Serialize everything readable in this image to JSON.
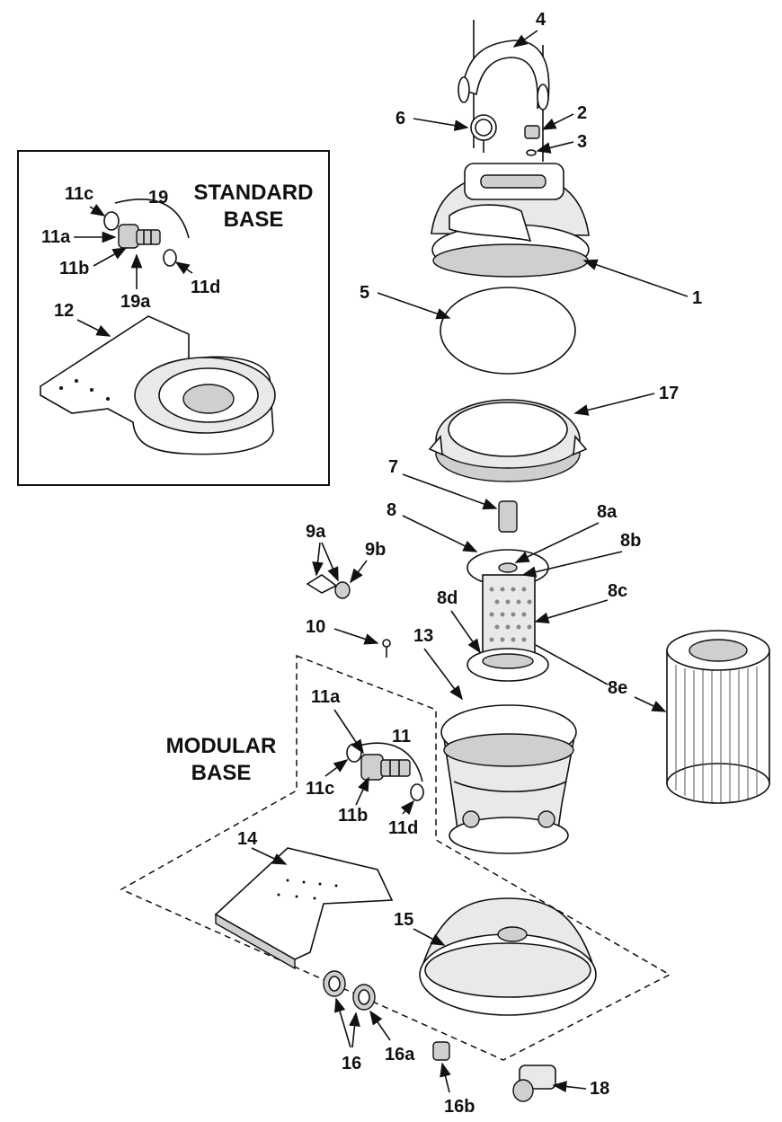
{
  "titles": {
    "standard_1": "STANDARD",
    "standard_2": "BASE",
    "modular_1": "MODULAR",
    "modular_2": "BASE"
  },
  "labels": {
    "p1": "1",
    "p2": "2",
    "p3": "3",
    "p4": "4",
    "p5": "5",
    "p6": "6",
    "p7": "7",
    "p8": "8",
    "p8a": "8a",
    "p8b": "8b",
    "p8c": "8c",
    "p8d": "8d",
    "p8e": "8e",
    "p9a": "9a",
    "p9b": "9b",
    "p10": "10",
    "p11": "11",
    "p11a": "11a",
    "p11b": "11b",
    "p11c": "11c",
    "p11d": "11d",
    "p11a_std": "11a",
    "p11b_std": "11b",
    "p11c_std": "11c",
    "p11d_std": "11d",
    "p12": "12",
    "p13": "13",
    "p14": "14",
    "p15": "15",
    "p16": "16",
    "p16a": "16a",
    "p16b": "16b",
    "p17": "17",
    "p18": "18",
    "p19": "19",
    "p19a": "19a"
  }
}
